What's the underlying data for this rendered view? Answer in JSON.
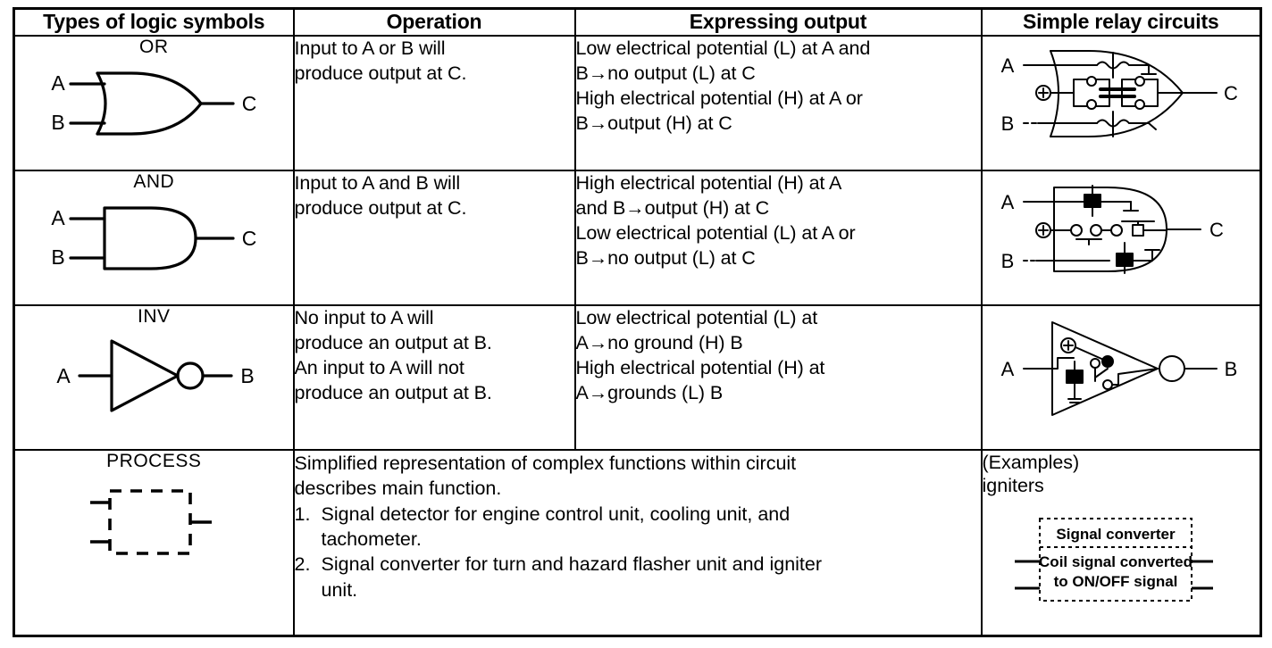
{
  "table": {
    "headers": [
      "Types of logic symbols",
      "Operation",
      "Expressing output",
      "Simple relay circuits"
    ],
    "rows": [
      {
        "symbol_name": "OR",
        "symbol_labels": {
          "in1": "A",
          "in2": "B",
          "out": "C"
        },
        "operation_lines": [
          "Input to A or B will",
          "produce output at C."
        ],
        "output_lines": [
          "Low electrical potential (L) at A and",
          "B→no output (L) at C",
          "High electrical potential (H) at A or",
          "B→output (H) at C"
        ],
        "relay_labels": {
          "in1": "A",
          "in2": "B",
          "out": "C"
        }
      },
      {
        "symbol_name": "AND",
        "symbol_labels": {
          "in1": "A",
          "in2": "B",
          "out": "C"
        },
        "operation_lines": [
          "Input to A and B will",
          "produce output at C."
        ],
        "output_lines": [
          "High electrical potential (H) at A",
          "and B→output (H) at C",
          "Low electrical potential (L) at A or",
          "B→no output (L) at C"
        ],
        "relay_labels": {
          "in1": "A",
          "in2": "B",
          "out": "C"
        }
      },
      {
        "symbol_name": "INV",
        "symbol_labels": {
          "in1": "A",
          "out": "B"
        },
        "operation_lines": [
          "No input to A will",
          "produce an output at B.",
          "An input to A will not",
          "produce an output at B."
        ],
        "output_lines": [
          "Low electrical potential (L) at",
          "A→no ground (H) B",
          "High electrical potential (H) at",
          "A→grounds (L) B"
        ],
        "relay_labels": {
          "in1": "A",
          "out": "B"
        }
      },
      {
        "symbol_name": "PROCESS",
        "description_lines": [
          "Simplified representation of complex functions within circuit",
          "describes main function."
        ],
        "numbered_items": [
          {
            "num": "1.",
            "lines": [
              "Signal detector for engine control unit, cooling unit, and",
              "tachometer."
            ]
          },
          {
            "num": "2.",
            "lines": [
              "Signal converter for turn and hazard flasher unit and igniter",
              "unit."
            ]
          }
        ],
        "examples_lines": [
          "(Examples)",
          "igniters"
        ],
        "converter_box": {
          "title": "Signal converter",
          "body_lines": [
            "Coil signal converted",
            "to ON/OFF signal"
          ]
        }
      }
    ]
  },
  "colors": {
    "ink": "#000000",
    "paper": "#ffffff"
  }
}
